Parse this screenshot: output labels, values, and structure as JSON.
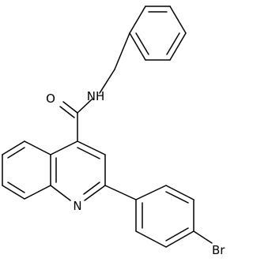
{
  "atom_labels": {
    "oxygen": "O",
    "amide_nh": "NH",
    "ring_n": "N",
    "bromine": "Br"
  }
}
